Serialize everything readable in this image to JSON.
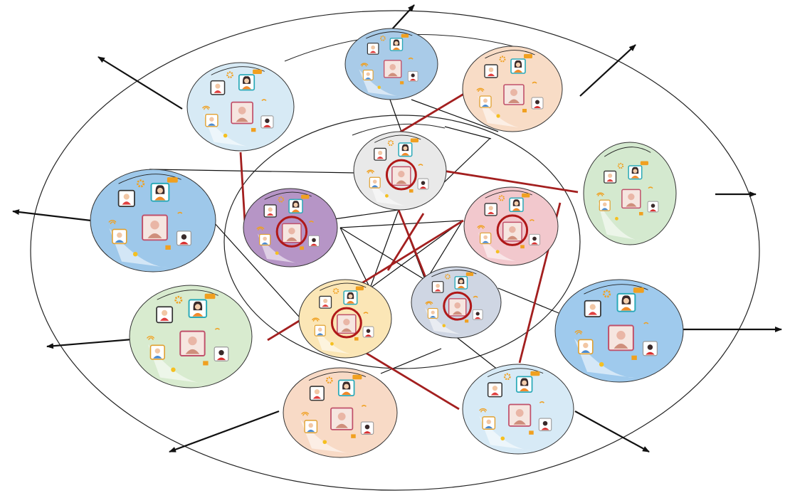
{
  "diagram": {
    "communities": [
      {
        "id": "top-center",
        "ring": "outer",
        "bg": "#a9cbe8"
      },
      {
        "id": "top-right",
        "ring": "outer",
        "bg": "#f8dcc6"
      },
      {
        "id": "top-left",
        "ring": "outer",
        "bg": "#d7eaf5"
      },
      {
        "id": "left",
        "ring": "outer",
        "bg": "#9ec8ea"
      },
      {
        "id": "right",
        "ring": "outer",
        "bg": "#d4e9cf"
      },
      {
        "id": "lower-left",
        "ring": "outer",
        "bg": "#d8ebcf"
      },
      {
        "id": "lower-right",
        "ring": "outer",
        "bg": "#9fcaed"
      },
      {
        "id": "bottom-center",
        "ring": "outer",
        "bg": "#f8dac6"
      },
      {
        "id": "bottom-right",
        "ring": "outer",
        "bg": "#d7eaf6"
      },
      {
        "id": "inner-top",
        "ring": "inner",
        "bg": "#e9e9e9",
        "influencer": true
      },
      {
        "id": "inner-left",
        "ring": "inner",
        "bg": "#b695c6",
        "influencer": true
      },
      {
        "id": "inner-right",
        "ring": "inner",
        "bg": "#f2c8cd",
        "influencer": true
      },
      {
        "id": "inner-lower-left",
        "ring": "inner",
        "bg": "#fbe6b6",
        "influencer": true
      },
      {
        "id": "inner-lower-right",
        "ring": "inner",
        "bg": "#cfd6e3",
        "influencer": true
      }
    ],
    "colors": {
      "influencer_link": "#a31f1f",
      "normal_link": "#111111",
      "influencer_ring": "#b01818",
      "ring_line": "#222222"
    },
    "icons": [
      "settings-gear-icon",
      "chat-bubble-icon",
      "phone-icon",
      "wifi-icon",
      "lightbulb-icon",
      "thumbs-up-icon",
      "person-avatar-icon"
    ]
  }
}
